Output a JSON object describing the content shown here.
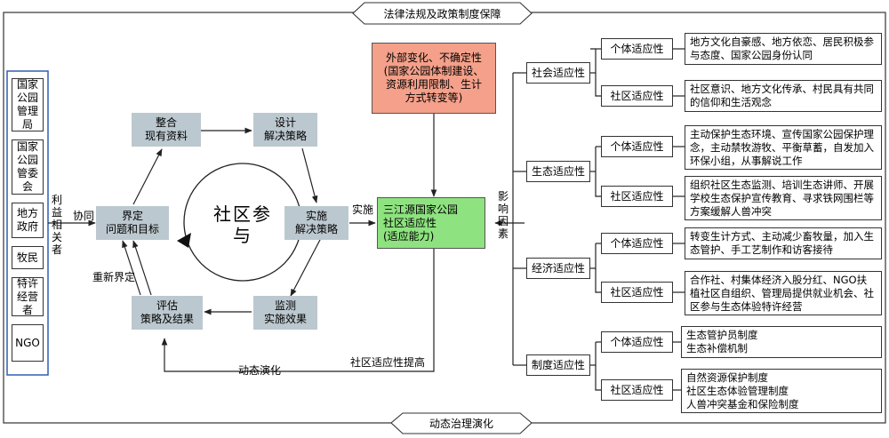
{
  "top_banner": "法律法规及政策制度保障",
  "bottom_banner": "动态治理演化",
  "stakeholders": {
    "label": "利益相关者",
    "items": [
      "国家公园管理局",
      "国家公园管委会",
      "地方政府",
      "牧民",
      "特许经营者",
      "NGO"
    ]
  },
  "cycle": {
    "center_label": "社区参与",
    "define": "界定\n问题和目标",
    "integrate": "整合\n现有资料",
    "design": "设计\n解决策略",
    "implement": "实施\n解决策略",
    "monitor": "监测\n实施效果",
    "evaluate": "评估\n策略及结果",
    "redefine_label": "重新界定"
  },
  "labels": {
    "cooperate": "协同",
    "implement": "实施",
    "influence": "影响因素",
    "dynamic_evolution": "动态演化",
    "improvement": "社区适应性提高"
  },
  "external_change": "外部变化、不确定性\n(国家公园体制建设、\n资源利用限制、生计\n方式转变等)",
  "central": "三江源国家公园\n社区适应性\n(适应能力)",
  "adaptability": [
    {
      "name": "社会适应性",
      "individual_label": "个体适应性",
      "individual_text": "地方文化自豪感、地方依恋、居民积极参与态度、国家公园身份认同",
      "community_label": "社区适应性",
      "community_text": "社区意识、地方文化传承、村民具有共同的信仰和生活观念"
    },
    {
      "name": "生态适应性",
      "individual_label": "个体适应性",
      "individual_text": "主动保护生态环境、宣传国家公园保护理念，主动禁牧游牧、平衡草蓄，自发加入环保小组，从事解说工作",
      "community_label": "社区适应性",
      "community_text": "组织社区生态监测、培训生态讲师、开展学校生态保护宣传教育、寻求铁网围栏等方案缓解人兽冲突"
    },
    {
      "name": "经济适应性",
      "individual_label": "个体适应性",
      "individual_text": "转变生计方式、主动减少畜牧量，加入生态管护、手工艺制作和访客接待",
      "community_label": "社区适应性",
      "community_text": "合作社、村集体经济入股分红、NGO扶植社区自组织、管理局提供就业机会、社区参与生态体验特许经营"
    },
    {
      "name": "制度适应性",
      "individual_label": "个体适应性",
      "individual_text": "生态管护员制度\n生态补偿机制",
      "community_label": "社区适应性",
      "community_text": "自然资源保护制度\n社区生态体验管理制度\n人兽冲突基金和保险制度"
    }
  ],
  "colors": {
    "stakeholder_border": "#2f5fb3",
    "cycle_box": "#bcc8cf",
    "external_box": "#f4a08a",
    "central_box": "#8ee27f"
  }
}
